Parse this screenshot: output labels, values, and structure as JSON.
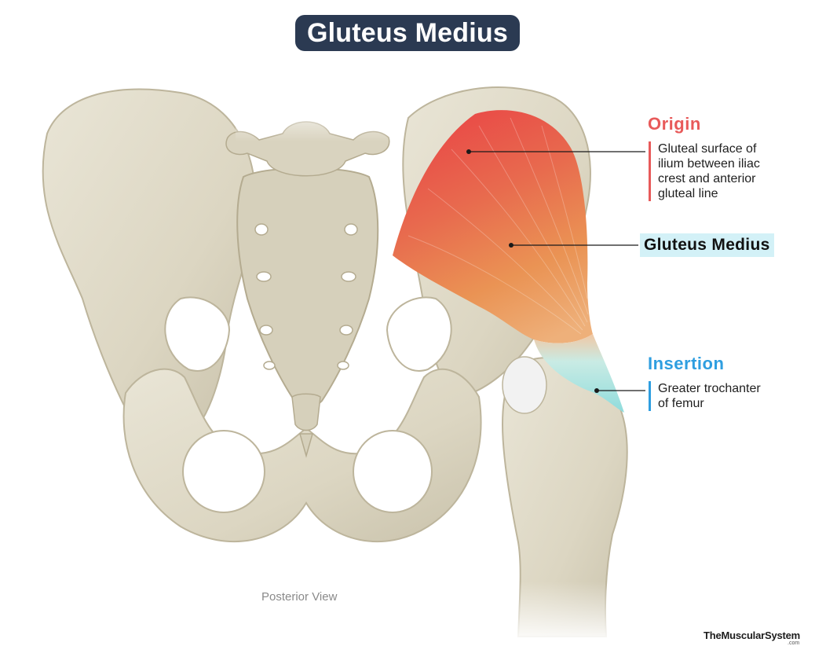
{
  "title": "Gluteus Medius",
  "origin": {
    "heading": "Origin",
    "lines": [
      "Gluteal surface of",
      "ilium between iliac",
      "crest and anterior",
      "gluteal line"
    ]
  },
  "muscle_label": "Gluteus Medius",
  "insertion": {
    "heading": "Insertion",
    "lines": [
      "Greater trochanter",
      "of femur"
    ]
  },
  "view_caption": "Posterior View",
  "brand": {
    "name": "TheMuscularSystem",
    "suffix": ".com"
  },
  "colors": {
    "title_background": "#2b3a52",
    "origin_accent": "#e85a5a",
    "insertion_accent": "#2e9ee0",
    "muscle_label_background": "#d3f1f7",
    "bone": "#ddd8c6",
    "muscle_red": "#e8564d",
    "muscle_orange": "#e9874f",
    "tendon": "#a8e4e2"
  }
}
